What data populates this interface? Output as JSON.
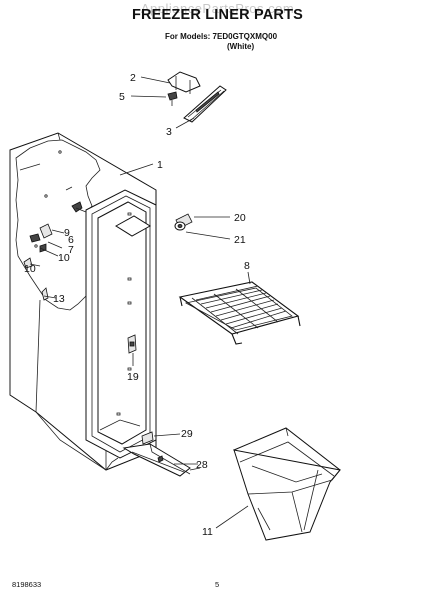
{
  "page": {
    "watermark": "AppliancePartsPros.com",
    "title": "FREEZER LINER PARTS",
    "models_line": "For Models: 7ED0GTQXMQ00",
    "color_line": "(White)",
    "doc_number": "8198633",
    "page_number": "5"
  },
  "callouts": {
    "c1": "1",
    "c2": "2",
    "c3": "3",
    "c5": "5",
    "c6": "6",
    "c7": "7",
    "c8": "8",
    "c9": "9",
    "c10a": "10",
    "c10b": "10",
    "c11": "11",
    "c13": "13",
    "c19": "19",
    "c20": "20",
    "c21": "21",
    "c28": "28",
    "c29": "29"
  }
}
